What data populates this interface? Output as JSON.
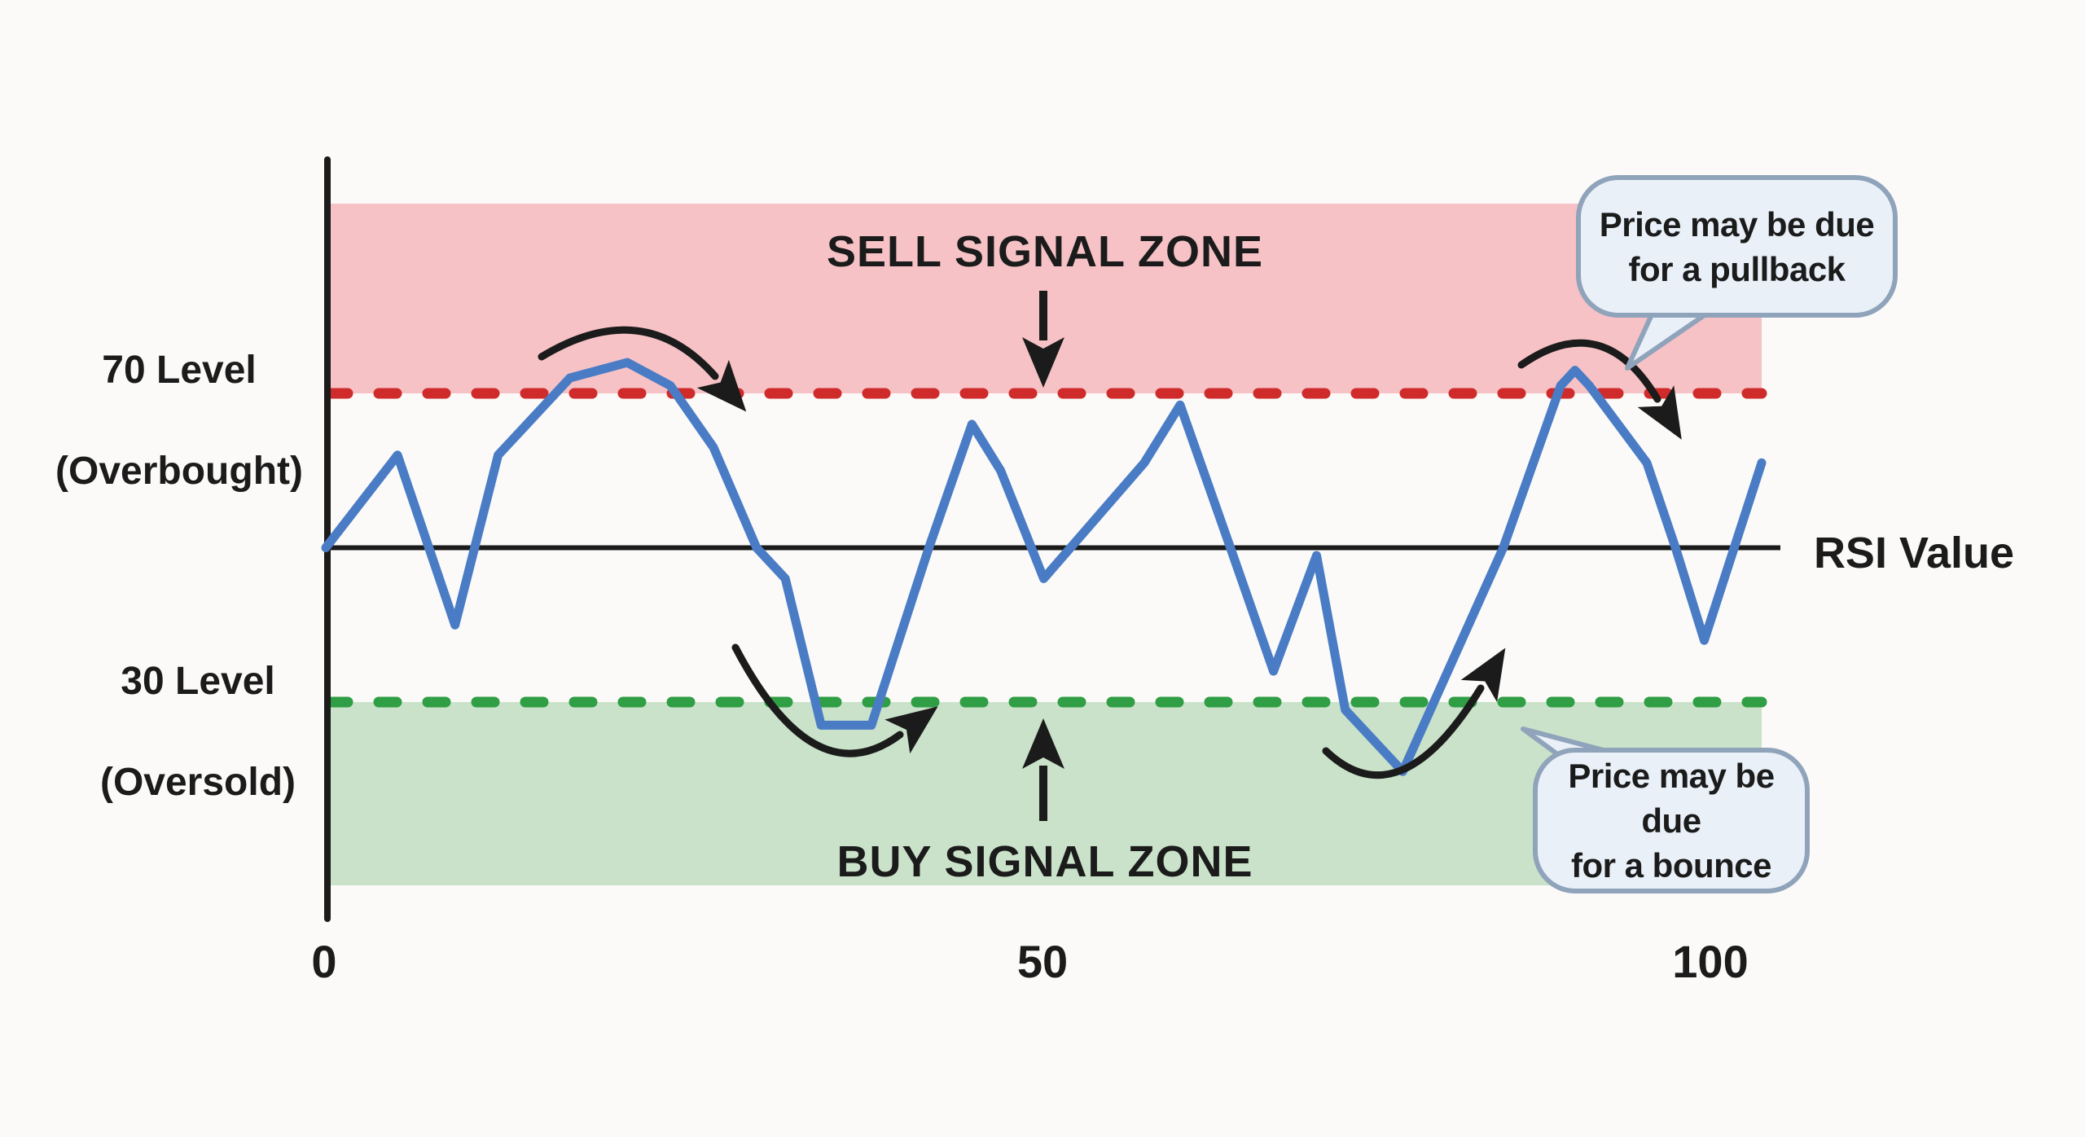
{
  "page": {
    "background": "#fbfaf8"
  },
  "colors": {
    "overbought_zone_fill": "#f6c2c6",
    "overbought_line": "#cf2b2b",
    "oversold_zone_fill": "#c9e2c9",
    "oversold_line": "#2f9e44",
    "rsi_line": "#4a7cc5",
    "ink": "#1b1b1b",
    "bubble_fill": "#e9f0f8",
    "bubble_border": "#8fa3ba",
    "bg": "#fbfaf8"
  },
  "labels": {
    "level_70_line1": "70 Level",
    "level_70_line2": "(Overbought)",
    "level_30_line1": "30 Level",
    "level_30_line2": "(Oversold)",
    "sell_zone": "SELL SIGNAL ZONE",
    "buy_zone": "BUY SIGNAL ZONE",
    "rsi_axis_label": "RSI Value"
  },
  "x_axis": {
    "ticks": [
      "0",
      "50",
      "100"
    ]
  },
  "callouts": {
    "pullback": {
      "line1": "Price may be due",
      "line2": "for a pullback"
    },
    "bounce": {
      "line1": "Price may be due",
      "line2": "for a bounce"
    }
  },
  "chart_data": {
    "type": "line",
    "title": "RSI indicator with overbought and oversold signal zones",
    "xlabel": "",
    "ylabel": "RSI Value",
    "x_range": [
      0,
      100
    ],
    "y_range": [
      0,
      100
    ],
    "x_ticks": [
      0,
      50,
      100
    ],
    "grid": false,
    "legend_position": "none",
    "levels": {
      "overbought": 70,
      "midline": 50,
      "oversold": 30
    },
    "zones": [
      {
        "name": "SELL SIGNAL ZONE",
        "from": 70,
        "to": 95,
        "color": "#f6c2c6"
      },
      {
        "name": "BUY SIGNAL ZONE",
        "from": 6,
        "to": 30,
        "color": "#c9e2c9"
      }
    ],
    "series": [
      {
        "name": "RSI Value",
        "x": [
          0,
          5,
          9,
          12,
          17,
          21,
          24,
          27,
          30,
          32,
          34.5,
          38,
          42,
          45,
          47,
          50,
          57,
          59.5,
          63,
          66,
          69,
          71,
          73,
          75,
          82,
          86,
          87,
          88,
          92,
          94,
          96,
          100
        ],
        "y": [
          50,
          62,
          40,
          62,
          72,
          74,
          71,
          63,
          50,
          46,
          27,
          27,
          50,
          66,
          60,
          46,
          61,
          68.5,
          50,
          34,
          49,
          29,
          25,
          21,
          50,
          71,
          73,
          71,
          61,
          50,
          38,
          61
        ]
      }
    ],
    "annotations": [
      "SELL SIGNAL ZONE arrow pointing down at 70 level",
      "BUY SIGNAL ZONE arrow pointing up at 30 level",
      "Price may be due for a pullback (at overbought crossings)",
      "Price may be due for a bounce (at oversold crossings)"
    ]
  }
}
